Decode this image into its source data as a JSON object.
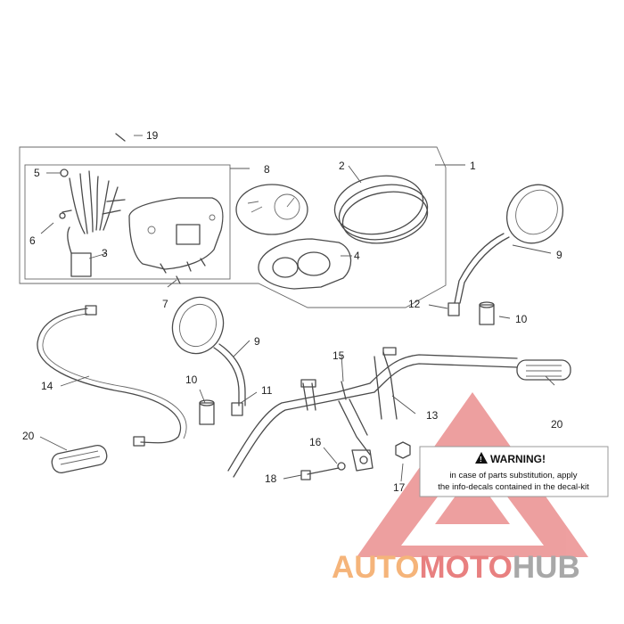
{
  "diagram": {
    "callouts": [
      "1",
      "2",
      "3",
      "4",
      "5",
      "6",
      "7",
      "8",
      "9",
      "9",
      "10",
      "10",
      "11",
      "12",
      "13",
      "14",
      "15",
      "16",
      "17",
      "18",
      "19",
      "20",
      "20"
    ],
    "warning": {
      "title": "WARNING!",
      "line1": "in case of parts substitution, apply",
      "line2": "the info-decals contained in the decal-kit"
    }
  },
  "watermark": {
    "part1": "AUTO",
    "part2": "MOTO",
    "part3": "HUB",
    "colors": {
      "orange": "#f5b47a",
      "red": "#e88080",
      "gray": "#a8a8a8"
    }
  }
}
